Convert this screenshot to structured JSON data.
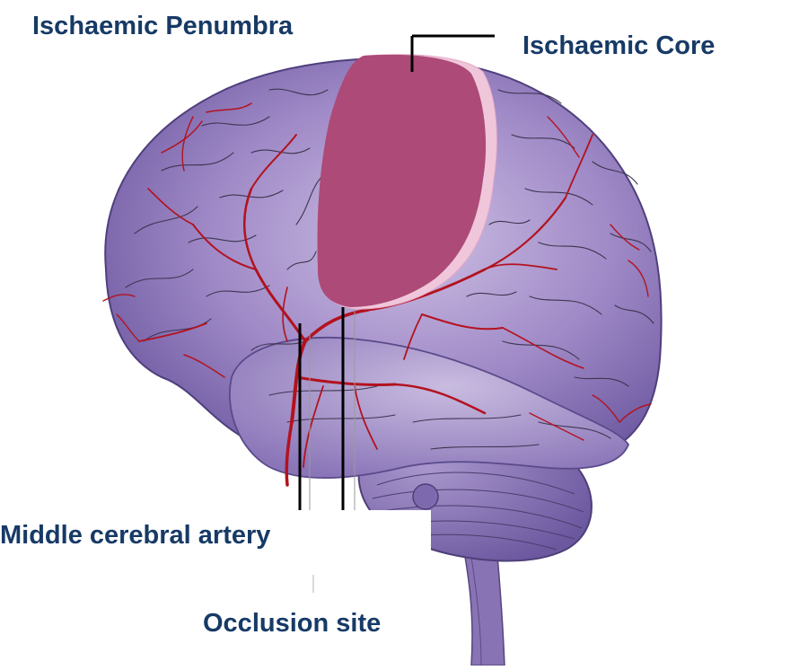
{
  "labels": {
    "penumbra": "Ischaemic Penumbra",
    "core": "Ischaemic Core",
    "middle_cerebral_artery": "Middle cerebral artery",
    "occlusion_site": "Occlusion site"
  },
  "colors": {
    "label_text": "#173a66",
    "brain_fill": "#9b86c3",
    "brain_shadow": "#6e5aa2",
    "brain_highlight": "#c9bde0",
    "sulci": "#3d3550",
    "arteries": "#b3121f",
    "core_fill": "#ad4a77",
    "penumbra_rim": "#f0c6db",
    "leader_lines": "#000000"
  }
}
